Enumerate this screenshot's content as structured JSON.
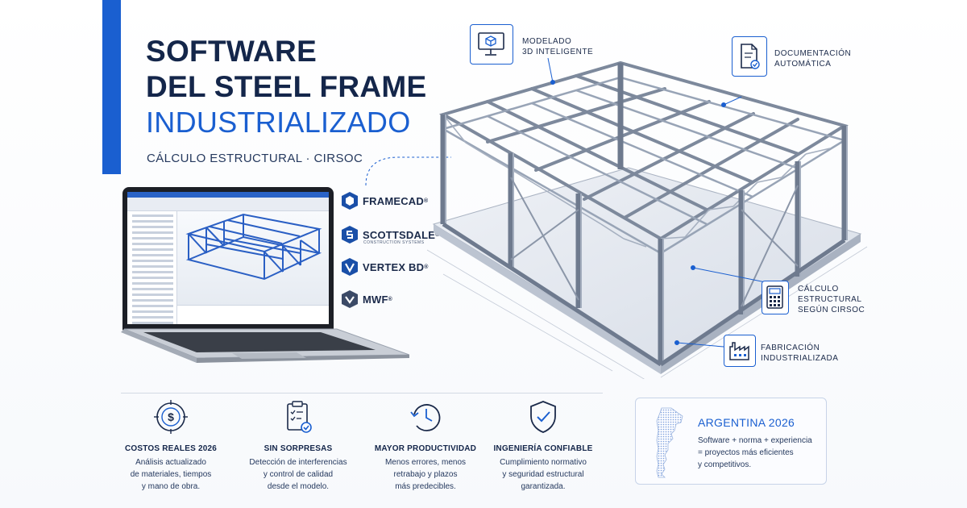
{
  "header": {
    "title_line1": "SOFTWARE",
    "title_line2": "DEL STEEL FRAME",
    "title_line3": "INDUSTRIALIZADO",
    "subtitle": "CÁLCULO ESTRUCTURAL · CIRSOC"
  },
  "brands": [
    {
      "name": "FRAMECAD",
      "reg": "®",
      "tagline": ""
    },
    {
      "name": "SCOTTSDALE",
      "reg": "®",
      "tagline": "CONSTRUCTION SYSTEMS"
    },
    {
      "name": "VERTEX BD",
      "reg": "®",
      "tagline": ""
    },
    {
      "name": "MWF",
      "reg": "®",
      "tagline": ""
    }
  ],
  "callouts": [
    {
      "line1": "MODELADO",
      "line2": "3D INTELIGENTE",
      "icon": "monitor-cube-icon"
    },
    {
      "line1": "DOCUMENTACIÓN",
      "line2": "AUTOMÁTICA",
      "icon": "document-check-icon"
    },
    {
      "line1": "CÁLCULO",
      "line2": "ESTRUCTURAL",
      "line3": "SEGÚN CIRSOC",
      "icon": "calculator-icon"
    },
    {
      "line1": "FABRICACIÓN",
      "line2": "INDUSTRIALIZADA",
      "icon": "factory-icon"
    }
  ],
  "features": [
    {
      "title": "COSTOS REALES 2026",
      "l1": "Análisis actualizado",
      "l2": "de materiales, tiempos",
      "l3": "y mano de obra.",
      "icon": "dollar-target-icon"
    },
    {
      "title": "SIN SORPRESAS",
      "l1": "Detección de interferencias",
      "l2": "y control de calidad",
      "l3": "desde el modelo.",
      "icon": "clipboard-check-icon"
    },
    {
      "title": "MAYOR PRODUCTIVIDAD",
      "l1": "Menos errores, menos",
      "l2": "retrabajo y plazos",
      "l3": "más predecibles.",
      "icon": "clock-arrow-icon"
    },
    {
      "title": "INGENIERÍA CONFIABLE",
      "l1": "Cumplimiento normativo",
      "l2": "y seguridad estructural",
      "l3": "garantizada.",
      "icon": "shield-check-icon"
    }
  ],
  "argentina": {
    "title": "ARGENTINA 2026",
    "l1": "Software + norma + experiencia",
    "l2": "= proyectos más eficientes",
    "l3": "y competitivos."
  },
  "colors": {
    "accent": "#1a5fd0",
    "navy": "#14264a",
    "steel": "#8a97ab"
  }
}
